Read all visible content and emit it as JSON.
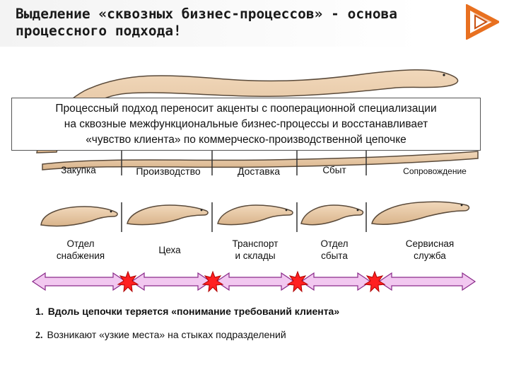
{
  "title": {
    "line1": "Выделение «сквозных бизнес-процессов» - основа",
    "line2": "процессного подхода!"
  },
  "logo_icon": "triangle-logo-icon",
  "callout": {
    "line1": "Процессный подход переносит акценты с пооперационной специализации",
    "line2": "на сквозные межфункциональные бизнес-процессы и восстанавливает",
    "line3": "«чувство клиента» по коммерческо-производственной цепочке"
  },
  "stages": [
    "Закупка",
    "Производство",
    "Доставка",
    "Сбыт",
    "Сопровождение"
  ],
  "departments": [
    {
      "line1": "Отдел",
      "line2": "снабжения"
    },
    {
      "line1": "Цеха",
      "line2": ""
    },
    {
      "line1": "Транспорт",
      "line2": "и склады"
    },
    {
      "line1": "Отдел",
      "line2": "сбыта"
    },
    {
      "line1": "Сервисная",
      "line2": "служба"
    }
  ],
  "issues": [
    {
      "num": "1.",
      "text": "Вдоль цепочки теряется «понимание требований клиента»"
    },
    {
      "num": "2.",
      "text": "Возникают «узкие места» на стыках подразделений"
    }
  ],
  "colors": {
    "worm": "#e8c9a6",
    "worm_outline": "#5a4a3a",
    "arrow": "#f2c8f0",
    "arrow_outline": "#8a2a8a",
    "burst": "#ff2020",
    "divider": "#333333"
  }
}
